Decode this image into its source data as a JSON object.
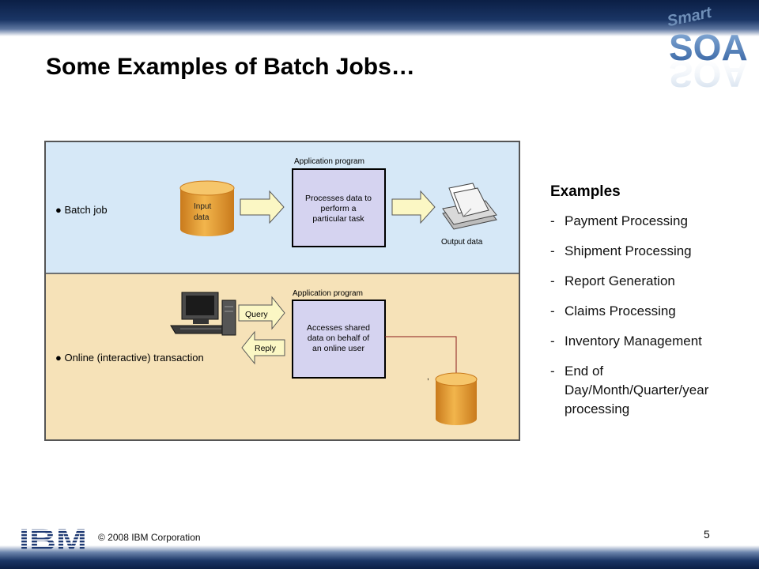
{
  "slide": {
    "title": "Some Examples of Batch Jobs…",
    "page_number": "5",
    "copyright": "© 2008 IBM Corporation",
    "logo_small_text": "Smart",
    "logo_main_text": "SOA",
    "ibm_logo_text": "IBM"
  },
  "diagram": {
    "batch": {
      "label": "● Batch job",
      "app_title": "Application program",
      "process_text": [
        "Processes data to",
        "perform a",
        "particular task"
      ],
      "input_text": [
        "Input",
        "data"
      ],
      "output_label": "Output data"
    },
    "online": {
      "label": "● Online (interactive) transaction",
      "app_title": "Application program",
      "process_text": [
        "Accesses shared",
        "data on behalf of",
        "an online user"
      ],
      "query_label": "Query",
      "reply_label": "Reply"
    },
    "colors": {
      "batch_bg": "#d6e8f7",
      "online_bg": "#f6e2b8",
      "process_box": "#d5d3f0",
      "cylinder": "#e8a53a",
      "arrow_fill": "#fbf7c4",
      "connector": "#8b1a1a"
    }
  },
  "examples": {
    "heading": "Examples",
    "items": [
      "Payment Processing",
      "Shipment Processing",
      "Report Generation",
      "Claims Processing",
      "Inventory Management"
    ],
    "last_item_lines": [
      "End of",
      "Day/Month/Quarter/year",
      "processing"
    ]
  }
}
